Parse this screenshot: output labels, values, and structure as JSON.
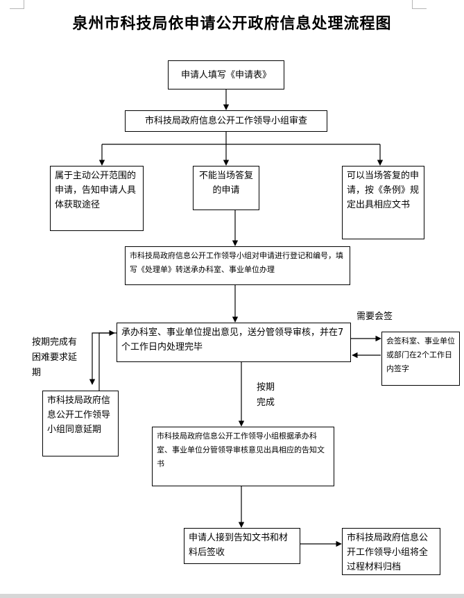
{
  "title": "泉州市科技局依申请公开政府信息处理流程图",
  "steps": {
    "apply": "申请人填写《申请表》",
    "review": "市科技局政府信息公开工作领导小组审查",
    "active_scope": "属于主动公开范围的申请，告知申请人具体获取途径",
    "cannot_reply": "不能当场答复的申请",
    "can_reply": "可以当场答复的申请，按《条例》规定出具相应文书",
    "register": "市科技局政府信息公开工作领导小组对申请进行登记和编号，填写《处理单》转送承办科室、事业单位办理",
    "handle": "承办科室、事业单位提出意见，送分管领导审核，并在7个工作日内处理完毕",
    "countersign": "会签科室、事业单位或部门在2个工作日内签字",
    "extend": "市科技局政府信息公开工作领导小组同意延期",
    "reply_doc": "市科技局政府信息公开工作领导小组根据承办科室、事业单位分管领导审核意见出具相应的告知文书",
    "receive": "申请人接到告知文书和材料后签收",
    "archive": "市科技局政府信息公开工作领导小组将全过程材料归档"
  },
  "labels": {
    "need_countersign": "需要会签",
    "delay": "按期完成有困难要求延期",
    "on_time": "按期完成"
  }
}
